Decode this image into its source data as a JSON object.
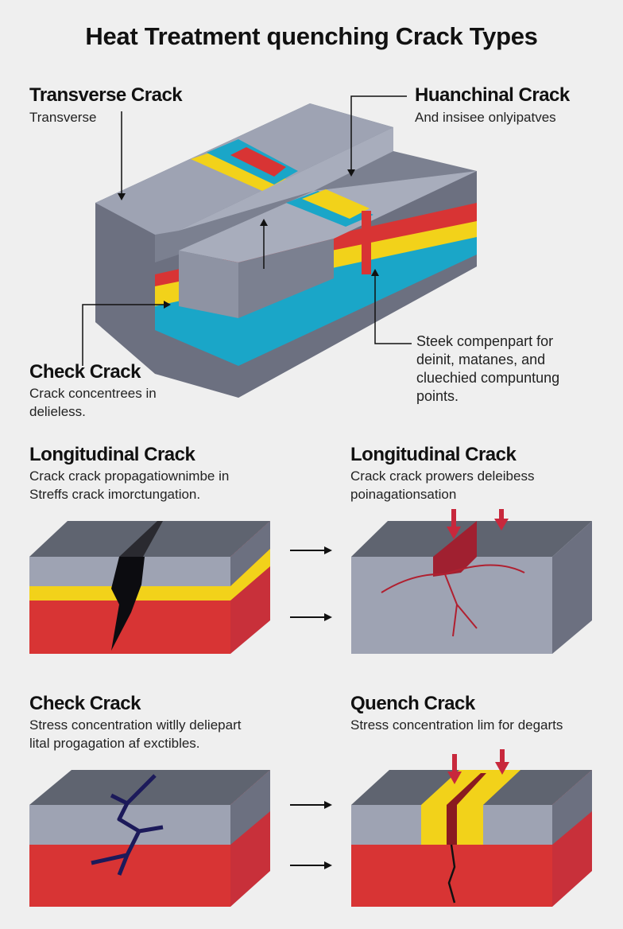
{
  "title": "Heat Treatment quenching Crack Types",
  "top": {
    "transverse": {
      "heading": "Transverse Crack",
      "desc": "Transverse"
    },
    "huanchinal": {
      "heading": "Huanchinal Crack",
      "desc": "And insisee onlyipatves"
    },
    "check": {
      "heading": "Check Crack",
      "desc": [
        "Crack concentrees in",
        "delieless."
      ]
    },
    "steek": {
      "desc": [
        "Steek compenpart for",
        "deinit, matanes, and",
        "cluechied compuntung",
        "points."
      ]
    }
  },
  "middle": {
    "left": {
      "heading": "Longitudinal Crack",
      "desc": [
        "Crack crack propagatiownimbe in",
        "Streffs crack imorctungation."
      ]
    },
    "right": {
      "heading": "Longitudinal Crack",
      "desc": [
        "Crack crack prowers deleibess",
        "poinagationsation"
      ]
    }
  },
  "bottom": {
    "left": {
      "heading": "Check Crack",
      "desc": [
        "Stress concentration witlly deliepart",
        "lital progagation af exctibles."
      ]
    },
    "right": {
      "heading": "Quench Crack",
      "desc": [
        "Stress concentration lim for degarts"
      ]
    }
  },
  "colors": {
    "steel_top": "#5f6470",
    "steel_front": "#9ea3b3",
    "steel_side": "#6c7080",
    "yellow": "#f2d21a",
    "red": "#d83434",
    "cyan": "#1aa6c8",
    "crack": "#1c1a3a",
    "arrow_red": "#c8283c"
  }
}
